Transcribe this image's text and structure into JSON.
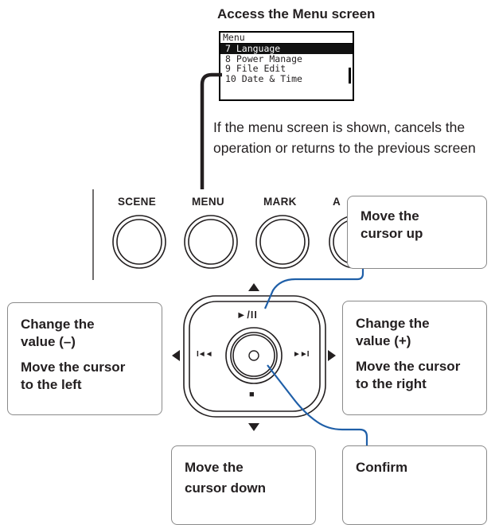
{
  "heading": "Access the Menu screen",
  "lcd": {
    "title": "Menu",
    "items": [
      "7 Language",
      "8 Power Manage",
      "9 File Edit",
      "10 Date & Time"
    ],
    "selected_index": 0
  },
  "menu_note": "If the menu screen is shown, cancels the operation or returns to the previous screen",
  "buttons": {
    "scene": "SCENE",
    "menu": "MENU",
    "mark": "MARK",
    "partial": "A"
  },
  "callouts": {
    "up": [
      "Move the",
      "cursor up"
    ],
    "left": {
      "line1": [
        "Change the",
        "value (–)"
      ],
      "line2": [
        "Move the cursor",
        "to the left"
      ]
    },
    "right": {
      "line1": [
        "Change the",
        "value (+)"
      ],
      "line2": [
        "Move the cursor",
        "to the right"
      ]
    },
    "down": [
      "Move the",
      "cursor down"
    ],
    "confirm": "Confirm"
  },
  "pad_symbols": {
    "play_pause": "►/II",
    "rewind": "I◄◄",
    "forward": "►►I",
    "stop": "■"
  },
  "colors": {
    "leader_line": "#1f5fa8",
    "outline": "#231f20",
    "callout_border": "#8a8a8a"
  }
}
